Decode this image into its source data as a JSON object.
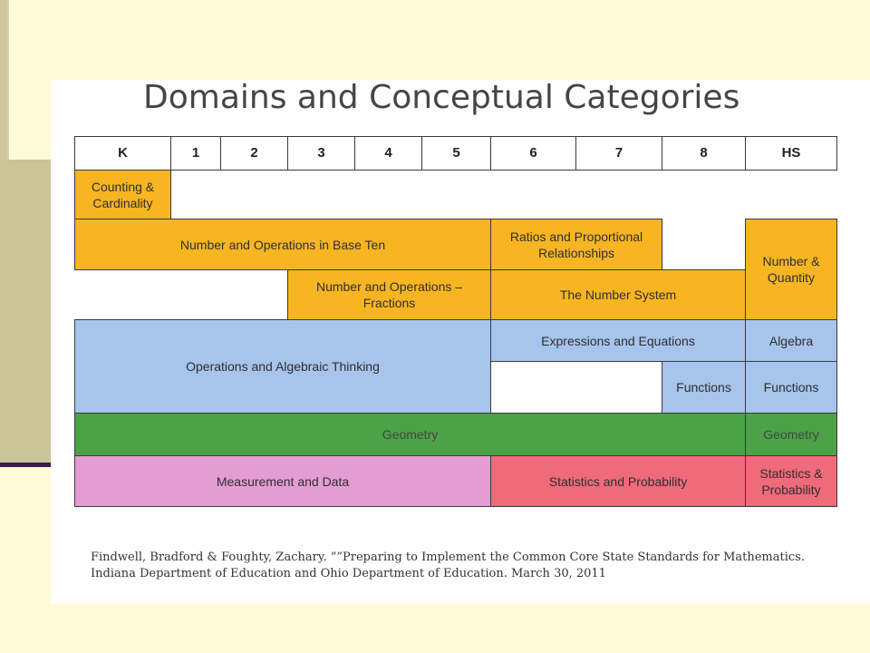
{
  "title": "Domains and Conceptual Categories",
  "grades": [
    "K",
    "1",
    "2",
    "3",
    "4",
    "5",
    "6",
    "7",
    "8",
    "HS"
  ],
  "domains": {
    "counting": "Counting & Cardinality",
    "nbt": "Number and Operations in Base Ten",
    "ratios": "Ratios and Proportional Relationships",
    "nq": "Number & Quantity",
    "nf": "Number and Operations – Fractions",
    "ns": "The Number System",
    "oa": "Operations and Algebraic Thinking",
    "ee": "Expressions and Equations",
    "algebra": "Algebra",
    "functions8": "Functions",
    "functionsHS": "Functions",
    "geometry": "Geometry",
    "geometryHS": "Geometry",
    "md": "Measurement and Data",
    "sp": "Statistics and Probability",
    "spHS": "Statistics & Probability"
  },
  "colors": {
    "number": "#f7b521",
    "algebra": "#a6c4ec",
    "geometry": "#4ba247",
    "measurement": "#e49dd2",
    "statistics": "#ef6a7b"
  },
  "citation": {
    "line1": "Findwell, Bradford & Foughty, Zachary. “”Preparing to Implement the Common Core State Standards for Mathematics.",
    "line2": "Indiana Department of Education and Ohio Department of Education. March 30, 2011"
  }
}
